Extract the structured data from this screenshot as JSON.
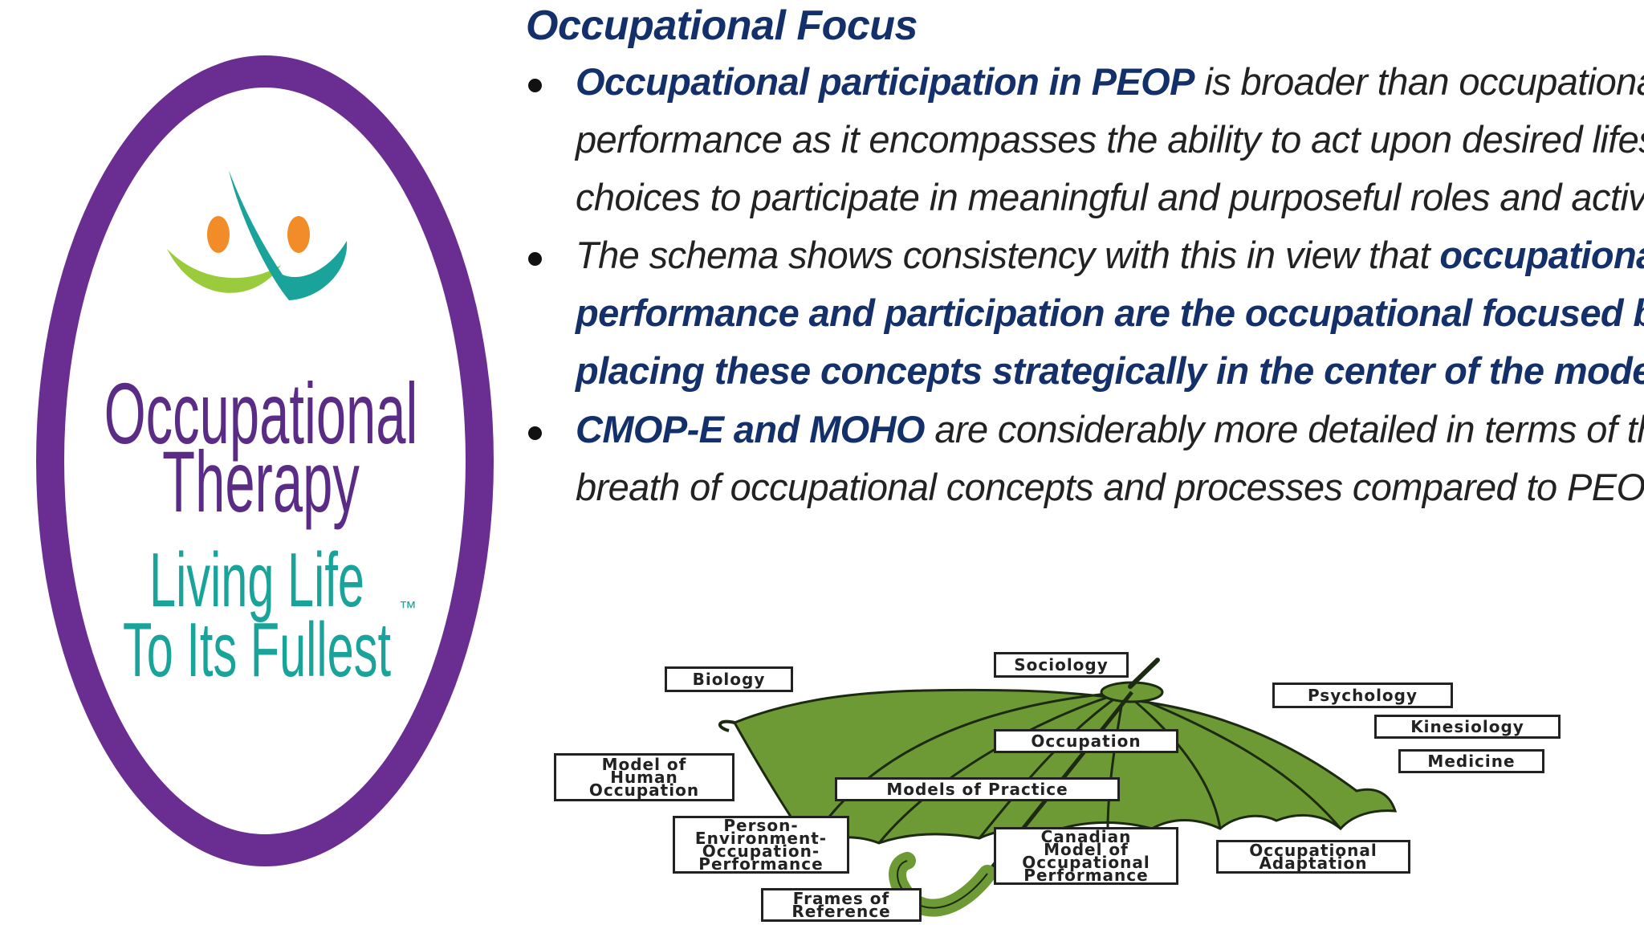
{
  "logo": {
    "line1": "Occupational",
    "line2": "Therapy",
    "line3": "Living Life",
    "line4": "To Its Fullest",
    "trademark": "™",
    "colors": {
      "ring": "#6a2d91",
      "text_purple": "#5b2c86",
      "text_teal": "#1aa39a",
      "green": "#9acb3c",
      "orange": "#f28c28"
    }
  },
  "heading": "Occupational Focus",
  "bullets": [
    {
      "lines": [
        {
          "em": "Occupational participation in PEOP",
          "text": " is broader than occupational"
        },
        {
          "text": "performance as it encompasses the ability to act upon desired lifestyle"
        },
        {
          "text": "choices to participate in meaningful and purposeful roles and activities"
        }
      ]
    },
    {
      "lines": [
        {
          "text": "The schema shows consistency with this in view that ",
          "em": "occupational"
        },
        {
          "em": "performance and participation are the occupational focused by"
        },
        {
          "em": "placing these concepts strategically in the center of the model."
        }
      ]
    },
    {
      "lines": [
        {
          "em": "CMOP-E and MOHO",
          "text": " are considerably more detailed in terms of the"
        },
        {
          "text": "breath of occupational concepts and processes compared to PEOP."
        }
      ]
    }
  ],
  "diagram": {
    "labels": {
      "sociology": "Sociology",
      "biology": "Biology",
      "psychology": "Psychology",
      "kinesiology": "Kinesiology",
      "medicine": "Medicine",
      "occupation": "Occupation",
      "models": "Models of Practice",
      "moho": "Model of\nHuman\nOccupation",
      "peop": "Person-\nEnvironment-\nOccupation-\nPerformance",
      "cmop": "Canadian\nModel of\nOccupational\nPerformance",
      "adaptation": "Occupational\nAdaptation",
      "frames": "Frames of\nReference"
    },
    "colors": {
      "canopy": "#6e9a35",
      "outline": "#1d2a12"
    }
  }
}
